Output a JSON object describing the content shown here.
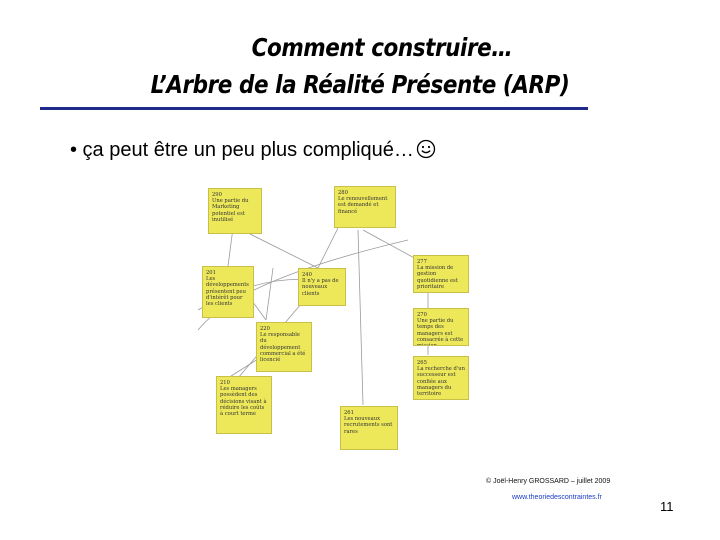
{
  "slide": {
    "title_line1": "Comment construire…",
    "title_line2": "L’Arbre de la Réalité Présente  (ARP)",
    "bullet": "• ça peut être un peu plus compliqué…",
    "footer_credit": "© Joël-Henry GROSSARD – juillet 2009",
    "footer_url": "www.theoriedescontraintes.fr",
    "page_number": "11"
  },
  "colors": {
    "rule": "#1f2a8a",
    "box": "#ece85a",
    "url": "#1a3cc8"
  },
  "tree": {
    "boxes": [
      {
        "id": "b290",
        "num": "290",
        "text": "Une partie du Marketing potentiel est inutilisé"
      },
      {
        "id": "b280",
        "num": "280",
        "text": "Le renouvellement est demandé et financé"
      },
      {
        "id": "b201",
        "num": "201",
        "text": "Les développements présentent peu d'intérêt pour les clients"
      },
      {
        "id": "b240",
        "num": "240",
        "text": "Il n'y a pas de nouveaux clients"
      },
      {
        "id": "b277",
        "num": "277",
        "text": "La mission de gestion quotidienne est prioritaire"
      },
      {
        "id": "b220",
        "num": "220",
        "text": "Le responsable du développement commercial a été licencié"
      },
      {
        "id": "b270",
        "num": "270",
        "text": "Une partie du temps des managers est consacrée à cette mission"
      },
      {
        "id": "b265",
        "num": "265",
        "text": "La recherche d'un successeur est confiée aux managers du territoire"
      },
      {
        "id": "b210",
        "num": "210",
        "text": "Les managers possèdent des décisions visant à réduire les coûts à court terme"
      },
      {
        "id": "b261",
        "num": "261",
        "text": "Les nouveaux recrutements sont rares"
      }
    ]
  }
}
